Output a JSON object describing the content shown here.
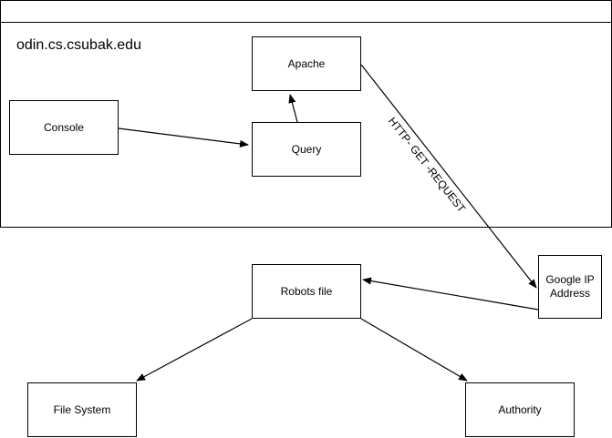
{
  "diagram": {
    "container": {
      "title": "odin.cs.csubak.edu"
    },
    "nodes": {
      "apache": "Apache",
      "console": "Console",
      "query": "Query",
      "robots_file": "Robots file",
      "google_ip": "Google IP Address",
      "file_system": "File System",
      "authority": "Authority"
    },
    "edges": {
      "http_get_label": "HTTP- GET -REQUEST"
    }
  }
}
